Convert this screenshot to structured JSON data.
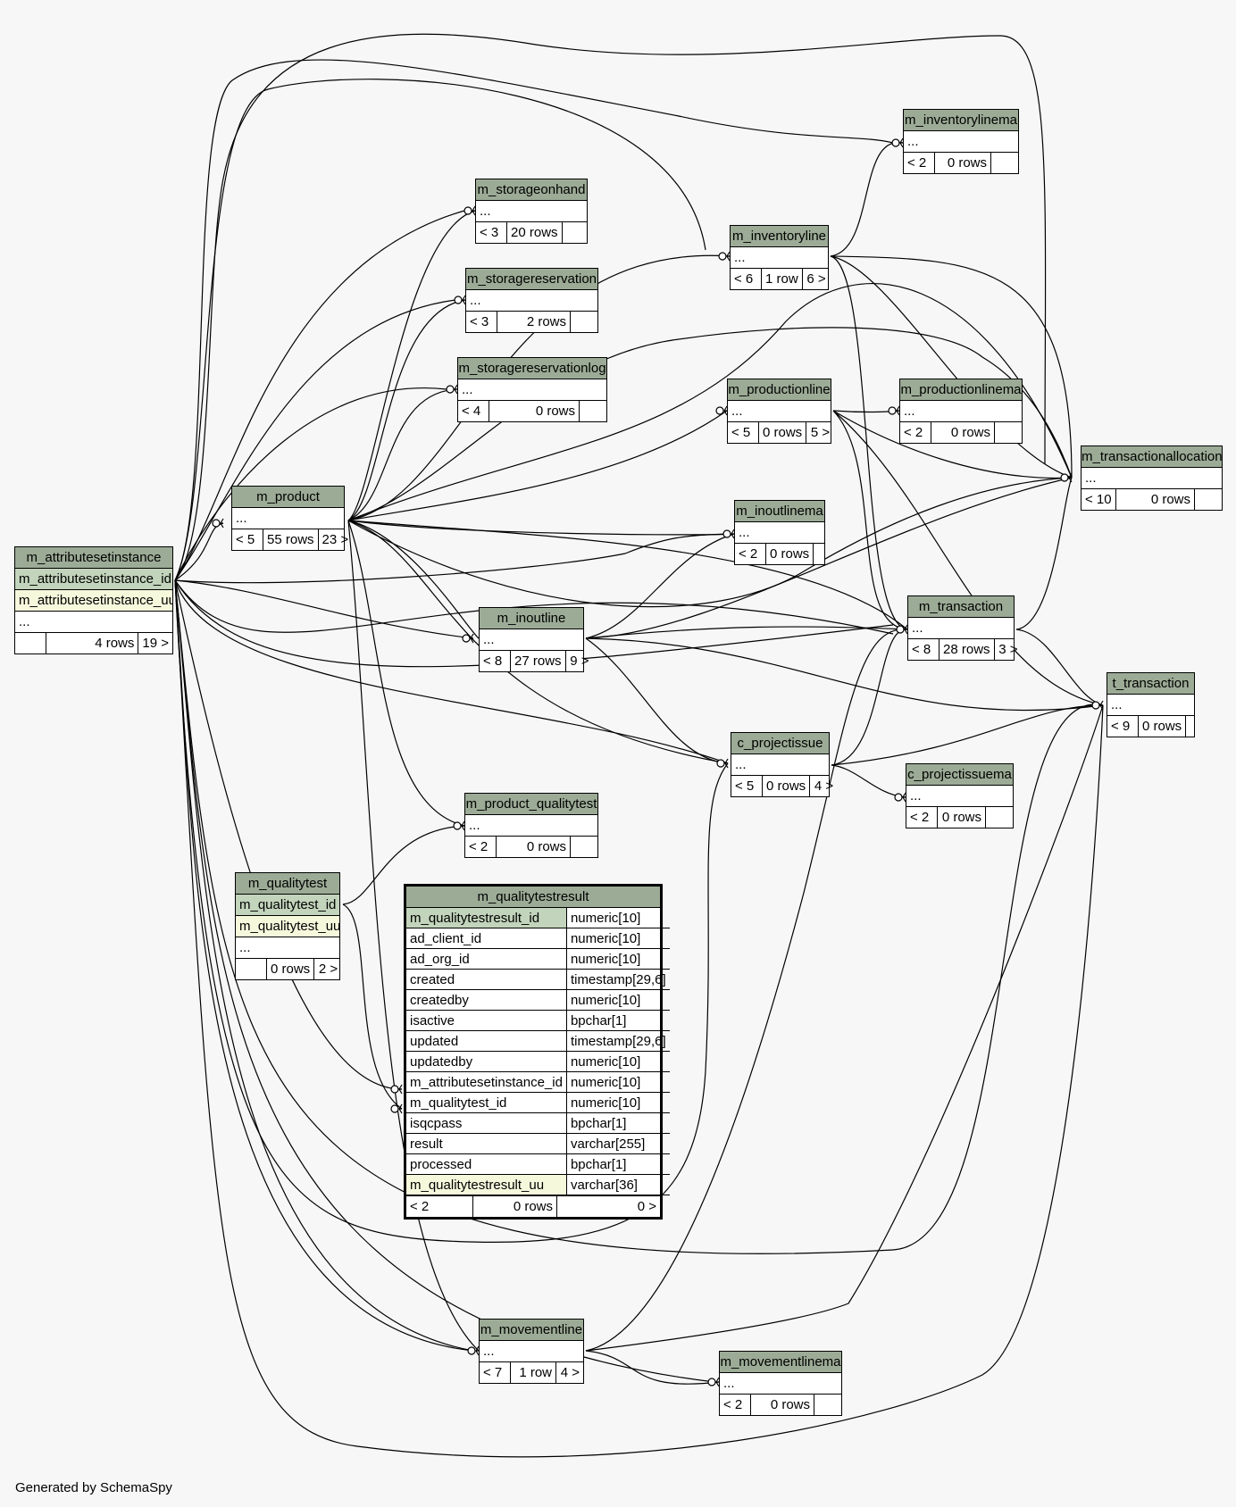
{
  "footer": "Generated by SchemaSpy",
  "tables": {
    "m_inventorylinema": {
      "name": "m_inventorylinema",
      "rows": [
        "..."
      ],
      "foot": [
        "< 2",
        "0 rows",
        ""
      ]
    },
    "m_storageonhand": {
      "name": "m_storageonhand",
      "rows": [
        "..."
      ],
      "foot": [
        "< 3",
        "20 rows",
        ""
      ]
    },
    "m_inventoryline": {
      "name": "m_inventoryline",
      "rows": [
        "..."
      ],
      "foot": [
        "< 6",
        "1 row",
        "6 >"
      ]
    },
    "m_storagereservation": {
      "name": "m_storagereservation",
      "rows": [
        "..."
      ],
      "foot": [
        "< 3",
        "2 rows",
        ""
      ]
    },
    "m_storagereservationlog": {
      "name": "m_storagereservationlog",
      "rows": [
        "..."
      ],
      "foot": [
        "< 4",
        "0 rows",
        ""
      ]
    },
    "m_productionline": {
      "name": "m_productionline",
      "rows": [
        "..."
      ],
      "foot": [
        "< 5",
        "0 rows",
        "5 >"
      ]
    },
    "m_productionlinema": {
      "name": "m_productionlinema",
      "rows": [
        "..."
      ],
      "foot": [
        "< 2",
        "0 rows",
        ""
      ]
    },
    "m_transactionallocation": {
      "name": "m_transactionallocation",
      "rows": [
        "..."
      ],
      "foot": [
        "< 10",
        "0 rows",
        ""
      ]
    },
    "m_product": {
      "name": "m_product",
      "rows": [
        "..."
      ],
      "foot": [
        "< 5",
        "55 rows",
        "23 >"
      ]
    },
    "m_inoutlinema": {
      "name": "m_inoutlinema",
      "rows": [
        "..."
      ],
      "foot": [
        "< 2",
        "0 rows",
        ""
      ]
    },
    "m_attributesetinstance": {
      "name": "m_attributesetinstance",
      "pk": "m_attributesetinstance_id",
      "uq": "m_attributesetinstance_uu",
      "rows": [
        "..."
      ],
      "foot": [
        "",
        "4 rows",
        "19 >"
      ]
    },
    "m_inoutline": {
      "name": "m_inoutline",
      "rows": [
        "..."
      ],
      "foot": [
        "< 8",
        "27 rows",
        "9 >"
      ]
    },
    "m_transaction": {
      "name": "m_transaction",
      "rows": [
        "..."
      ],
      "foot": [
        "< 8",
        "28 rows",
        "3 >"
      ]
    },
    "t_transaction": {
      "name": "t_transaction",
      "rows": [
        "..."
      ],
      "foot": [
        "< 9",
        "0 rows",
        ""
      ]
    },
    "c_projectissue": {
      "name": "c_projectissue",
      "rows": [
        "..."
      ],
      "foot": [
        "< 5",
        "0 rows",
        "4 >"
      ]
    },
    "c_projectissuema": {
      "name": "c_projectissuema",
      "rows": [
        "..."
      ],
      "foot": [
        "< 2",
        "0 rows",
        ""
      ]
    },
    "m_product_qualitytest": {
      "name": "m_product_qualitytest",
      "rows": [
        "..."
      ],
      "foot": [
        "< 2",
        "0 rows",
        ""
      ]
    },
    "m_qualitytest": {
      "name": "m_qualitytest",
      "pk": "m_qualitytest_id",
      "uq": "m_qualitytest_uu",
      "rows": [
        "..."
      ],
      "foot": [
        "",
        "0 rows",
        "2 >"
      ]
    },
    "m_movementline": {
      "name": "m_movementline",
      "rows": [
        "..."
      ],
      "foot": [
        "< 7",
        "1 row",
        "4 >"
      ]
    },
    "m_movementlinema": {
      "name": "m_movementlinema",
      "rows": [
        "..."
      ],
      "foot": [
        "< 2",
        "0 rows",
        ""
      ]
    }
  },
  "focus": {
    "name": "m_qualitytestresult",
    "columns": [
      {
        "name": "m_qualitytestresult_id",
        "type": "numeric[10]",
        "kind": "pk"
      },
      {
        "name": "ad_client_id",
        "type": "numeric[10]",
        "kind": ""
      },
      {
        "name": "ad_org_id",
        "type": "numeric[10]",
        "kind": ""
      },
      {
        "name": "created",
        "type": "timestamp[29,6]",
        "kind": ""
      },
      {
        "name": "createdby",
        "type": "numeric[10]",
        "kind": ""
      },
      {
        "name": "isactive",
        "type": "bpchar[1]",
        "kind": ""
      },
      {
        "name": "updated",
        "type": "timestamp[29,6]",
        "kind": ""
      },
      {
        "name": "updatedby",
        "type": "numeric[10]",
        "kind": ""
      },
      {
        "name": "m_attributesetinstance_id",
        "type": "numeric[10]",
        "kind": ""
      },
      {
        "name": "m_qualitytest_id",
        "type": "numeric[10]",
        "kind": ""
      },
      {
        "name": "isqcpass",
        "type": "bpchar[1]",
        "kind": ""
      },
      {
        "name": "result",
        "type": "varchar[255]",
        "kind": ""
      },
      {
        "name": "processed",
        "type": "bpchar[1]",
        "kind": ""
      },
      {
        "name": "m_qualitytestresult_uu",
        "type": "varchar[36]",
        "kind": "uq"
      }
    ],
    "foot": [
      "< 2",
      "0 rows",
      "0 >"
    ]
  }
}
